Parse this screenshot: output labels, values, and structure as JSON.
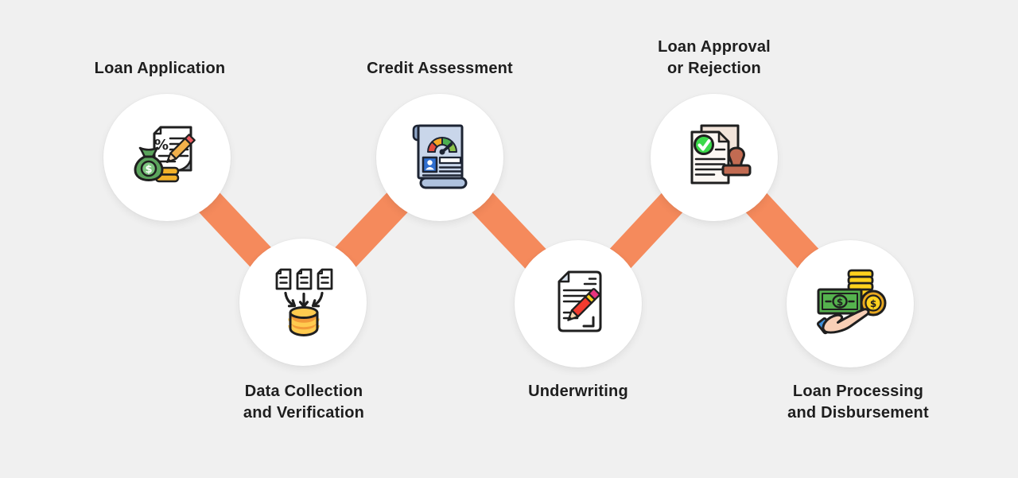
{
  "diagram": {
    "type": "process-flow-zigzag",
    "background_color": "#F0F0F0",
    "connector_color": "#F58A5C",
    "node_color": "#FFFFFF",
    "text_color": "#1E1E1E"
  },
  "steps": [
    {
      "label": "Loan Application",
      "icon": "loan-application-icon",
      "row": "top"
    },
    {
      "label": "Data Collection\nand Verification",
      "icon": "data-collection-icon",
      "row": "bottom"
    },
    {
      "label": "Credit Assessment",
      "icon": "credit-assessment-icon",
      "row": "top"
    },
    {
      "label": "Underwriting",
      "icon": "underwriting-icon",
      "row": "bottom"
    },
    {
      "label": "Loan Approval\nor Rejection",
      "icon": "loan-approval-icon",
      "row": "top"
    },
    {
      "label": "Loan Processing\nand Disbursement",
      "icon": "loan-disbursement-icon",
      "row": "bottom"
    }
  ]
}
